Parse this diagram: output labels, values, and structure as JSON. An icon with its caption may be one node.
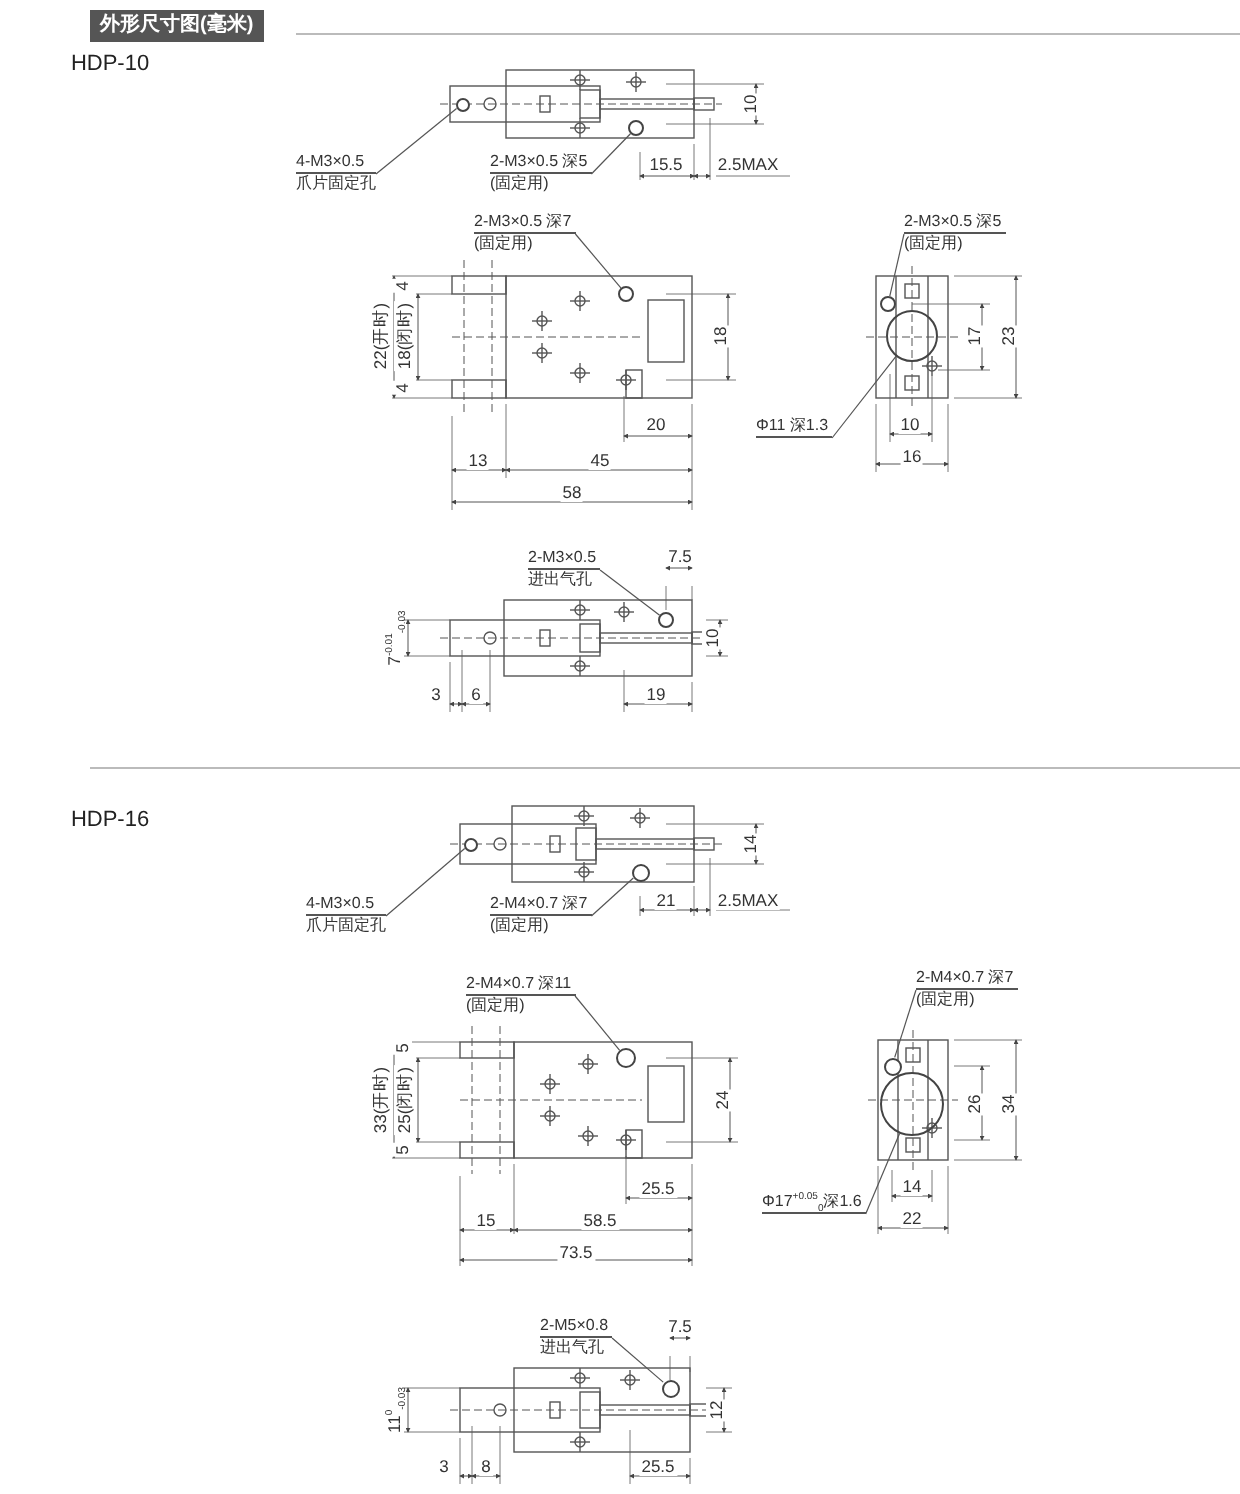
{
  "diagram": {
    "title": "外形尺寸图(毫米)",
    "nodes": [
      {
        "text": [
          "4-M3×0.5",
          "爪片固定孔"
        ]
      },
      {
        "text": [],
        "shape": "circle"
      },
      {
        "text": [
          "2-M3×0.5 深5",
          "(固定用)"
        ]
      },
      {
        "text": [],
        "shape": "circle"
      },
      {
        "text": [
          "2-M3×0.5 深7",
          "(固定用)"
        ]
      },
      {
        "text": [],
        "shape": "circle"
      },
      {
        "text": [
          "2-M3×0.5 深5",
          "(固定用)"
        ]
      },
      {
        "text": [],
        "shape": "circle"
      },
      {
        "text": [
          "Φ11 深1.3"
        ]
      },
      {
        "text": [],
        "shape": "circle"
      },
      {
        "text": [
          "2-M3×0.5",
          "进出气孔"
        ]
      },
      {
        "text": [],
        "shape": "circle"
      },
      {
        "text": [
          "4-M3×0.5",
          "爪片固定孔"
        ]
      },
      {
        "text": [],
        "shape": "circle"
      },
      {
        "text": [
          "2-M4×0.7 深7",
          "(固定用)"
        ]
      },
      {
        "text": [],
        "shape": "circle"
      },
      {
        "text": [
          "2-M4×0.7 深11",
          "(固定用)"
        ]
      },
      {
        "text": [],
        "shape": "circle"
      },
      {
        "text": [
          "2-M4×0.7 深7",
          "(固定用)"
        ]
      },
      {
        "text": [],
        "shape": "circle"
      },
      {
        "text": [
          "Φ17$^{+0.05}$$_{0}$深1.6"
        ]
      },
      {
        "text": [],
        "shape": "circle"
      },
      {
        "text": [
          "2-M5×0.8",
          "进出气孔"
        ]
      },
      {
        "text": [],
        "shape": "circle"
      }
    ],
    "edges": [
      {
        "from": 0,
        "to": 1,
        "arrow": "none"
      },
      {
        "from": 2,
        "to": 3,
        "arrow": "none"
      },
      {
        "from": 4,
        "to": 5,
        "arrow": "none"
      },
      {
        "from": 6,
        "to": 7,
        "arrow": "none"
      },
      {
        "from": 8,
        "to": 9,
        "arrow": "none"
      },
      {
        "from": 10,
        "to": 11,
        "arrow": "none"
      },
      {
        "from": 12,
        "to": 13,
        "arrow": "none"
      },
      {
        "from": 14,
        "to": 15,
        "arrow": "none"
      },
      {
        "from": 16,
        "to": 17,
        "arrow": "none"
      },
      {
        "from": 18,
        "to": 19,
        "arrow": "none"
      },
      {
        "from": 20,
        "to": 21,
        "arrow": "none"
      },
      {
        "from": 22,
        "to": 23,
        "arrow": "none"
      }
    ],
    "labels": [
      "HDP-10",
      "10",
      "15.5",
      "2.5MAX",
      "4",
      "22(开时)",
      "18(闭时)",
      "4",
      "18",
      "20",
      "13",
      "45",
      "58",
      "17",
      "23",
      "10",
      "16",
      "7.5",
      "7$^{-0.01}$$_{-0.03}$",
      "10",
      "3",
      "6",
      "19",
      "HDP-16",
      "14",
      "21",
      "2.5MAX",
      "5",
      "33(开时)",
      "25(闭时)",
      "5",
      "24",
      "25.5",
      "15",
      "58.5",
      "73.5",
      "26",
      "34",
      "14",
      "22",
      "7.5",
      "11$^{0}$$_{-0.03}$",
      "12",
      "3",
      "8",
      "25.5"
    ]
  }
}
